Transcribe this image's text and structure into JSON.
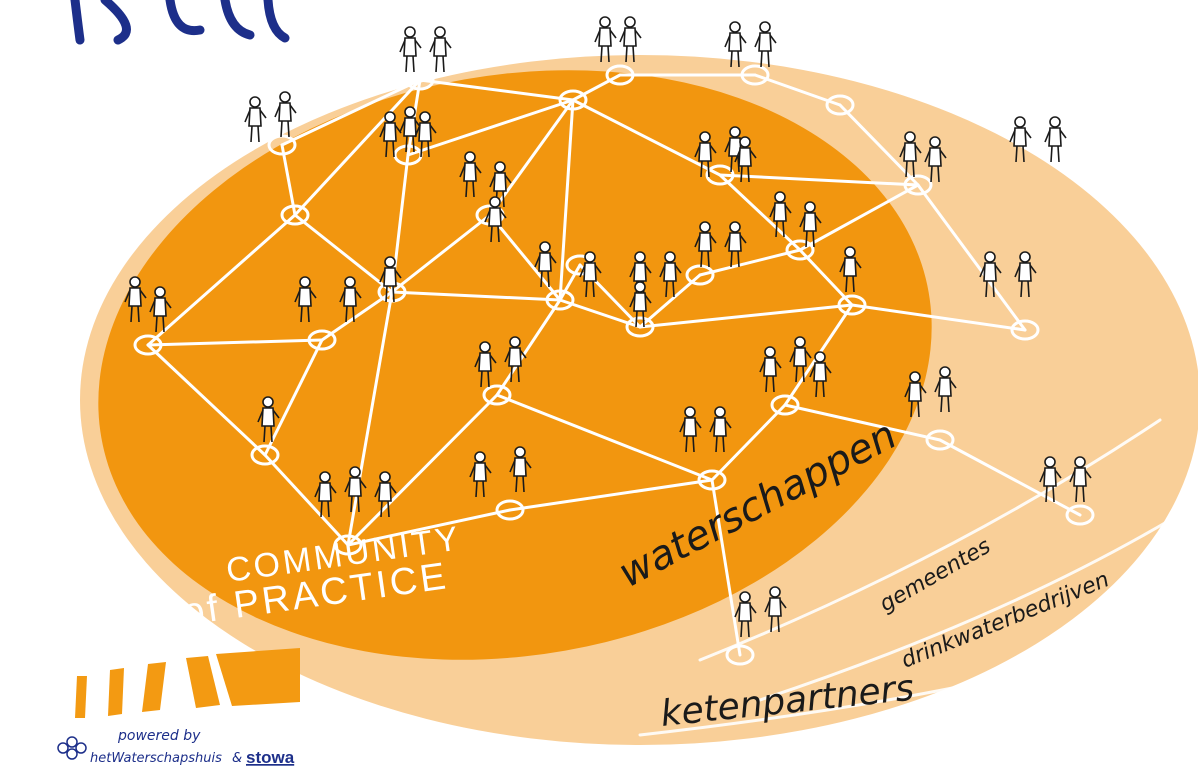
{
  "colors": {
    "outer_fill": "#f9cf98",
    "inner_fill": "#f2960f",
    "network_line": "#ffffff",
    "figure_stroke": "#1a1a1a",
    "label_dark": "#1a1a1a",
    "title_blue": "#1d2f8a",
    "stripe_orange": "#f39a12"
  },
  "labels": {
    "community": "COMMUNITY",
    "of_practice": "of PRACTICE",
    "waterschappen": "waterschappen",
    "gemeentes": "gemeentes",
    "drinkwaterbedrijven": "drinkwaterbedrijven",
    "ketenpartners": "ketenpartners"
  },
  "footer": {
    "powered_by": "powered by",
    "org1": "hetWaterschapshuis",
    "amp": "&",
    "org2": "stowa"
  }
}
